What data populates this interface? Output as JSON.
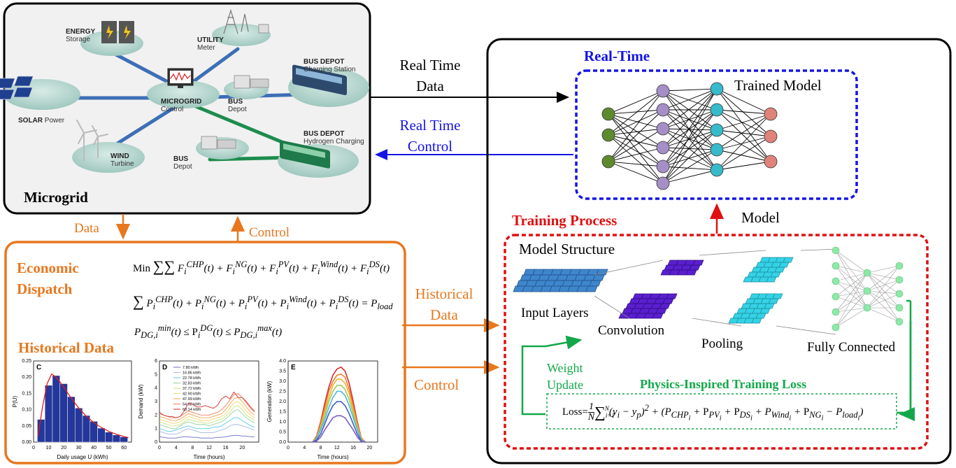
{
  "microgrid": {
    "title": "Microgrid",
    "nodes": [
      {
        "bold": "ENERGY",
        "sub": "Storage"
      },
      {
        "bold": "UTILITY",
        "sub": "Meter"
      },
      {
        "bold": "BUS DEPOT",
        "sub": "Charging Station"
      },
      {
        "bold": "MICROGRID",
        "sub": "Control"
      },
      {
        "bold": "BUS",
        "sub": "Depot"
      },
      {
        "bold": "SOLAR",
        "sub": "Power"
      },
      {
        "bold": "BUS DEPOT",
        "sub": "Hydrogen Charging"
      },
      {
        "bold": "WIND",
        "sub": "Turbine"
      },
      {
        "bold": "BUS",
        "sub": "Depot"
      }
    ]
  },
  "arrows": {
    "real_time_data": [
      "Real Time",
      "Data"
    ],
    "real_time_control": [
      "Real Time",
      "Control"
    ],
    "data": "Data",
    "control": "Control",
    "historical_data": [
      "Historical",
      "Data"
    ],
    "control2": "Control",
    "model": "Model"
  },
  "realtime": {
    "title": "Real-Time",
    "model_label": "Trained Model"
  },
  "training": {
    "title": "Training Process",
    "structure_label": "Model Structure",
    "input_layers": "Input Layers",
    "convolution": "Convolution",
    "pooling": "Pooling",
    "fully_connected": "Fully Connected",
    "weight_update": [
      "Weight",
      "Update"
    ],
    "loss_title": "Physics-Inspired Training Loss",
    "loss_formula": "Loss= 1/N Σ(i=1..N) (y_i − y_p)² + (P_CHP_i + P_PV_i + P_DS_i + P_Wind_i + P_NG_i − P_load_i)"
  },
  "economic": {
    "title": [
      "Economic",
      "Dispatch"
    ],
    "eq1": "Min Σ(t=1..T_i) Σ(i=1..N_G,i) F_i^CHP(t) + F_i^NG(t) + F_i^PV(t) + F_i^Wind(t) + F_i^DS(t)",
    "eq2": "Σ(i=1..N_G,i) P_i^CHP(t) + P_i^NG(t) + P_i^PV(t) + P_i^Wind(t) + P_i^DS(t) = P_load",
    "eq3": "P_DG,i^min(t) ≤ P_i^DG(t) ≤ P_DG,i^max(t)",
    "hist_title": "Historical Data"
  },
  "chart_data": [
    {
      "type": "bar",
      "title": "C",
      "xlabel": "Daily usage U (kWh)",
      "ylabel": "P(U)",
      "xlim": [
        0,
        65
      ],
      "ylim": [
        0,
        0.25
      ],
      "xticks": [
        "0",
        "10",
        "20",
        "30",
        "40",
        "50",
        "60"
      ],
      "yticks": [
        "0.00",
        "0.05",
        "0.10",
        "0.15",
        "0.20",
        "0.25"
      ],
      "bin_starts": [
        2.5,
        7.5,
        12.5,
        17.5,
        22.5,
        27.5,
        32.5,
        37.5,
        42.5,
        47.5,
        52.5,
        57.5
      ],
      "values": [
        0.07,
        0.175,
        0.205,
        0.18,
        0.14,
        0.105,
        0.082,
        0.064,
        0.043,
        0.031,
        0.022,
        0.016
      ],
      "fit_curve": [
        [
          3,
          0.02
        ],
        [
          6,
          0.11
        ],
        [
          9,
          0.18
        ],
        [
          12,
          0.21
        ],
        [
          15,
          0.2
        ],
        [
          20,
          0.17
        ],
        [
          25,
          0.135
        ],
        [
          30,
          0.105
        ],
        [
          35,
          0.08
        ],
        [
          40,
          0.06
        ],
        [
          45,
          0.045
        ],
        [
          50,
          0.033
        ],
        [
          55,
          0.024
        ],
        [
          60,
          0.017
        ],
        [
          63,
          0.014
        ]
      ],
      "bar_color": "#24379A",
      "curve_color": "#E31A1C"
    },
    {
      "type": "line",
      "title": "D",
      "xlabel": "Time (hours)",
      "ylabel": "Demand (kW)",
      "xlim": [
        0,
        24
      ],
      "ylim": [
        0,
        6
      ],
      "xticks": [
        "0",
        "4",
        "8",
        "12",
        "16",
        "20"
      ],
      "yticks": [
        "0",
        "1",
        "2",
        "3",
        "4",
        "5",
        "6"
      ],
      "series": [
        {
          "name": "7.80 kWh",
          "color": "#6C6CCB",
          "values": [
            0.4,
            0.35,
            0.3,
            0.3,
            0.3,
            0.35,
            0.4,
            0.4,
            0.35,
            0.35,
            0.3,
            0.3,
            0.3,
            0.3,
            0.35,
            0.35,
            0.4,
            0.45,
            0.5,
            0.5,
            0.45,
            0.45,
            0.4,
            0.4
          ]
        },
        {
          "name": "16.86 kWh",
          "color": "#A5B8E0",
          "values": [
            0.8,
            0.7,
            0.6,
            0.6,
            0.6,
            0.7,
            0.9,
            1.0,
            0.9,
            0.8,
            0.7,
            0.7,
            0.7,
            0.7,
            0.8,
            0.9,
            1.0,
            1.2,
            1.3,
            1.3,
            1.2,
            1.1,
            1.0,
            0.9
          ]
        },
        {
          "name": "22.78 kWh",
          "color": "#5CC8E6",
          "values": [
            1.0,
            0.9,
            0.8,
            0.8,
            0.9,
            1.0,
            1.1,
            1.2,
            1.1,
            1.0,
            1.0,
            1.0,
            1.0,
            1.1,
            1.1,
            1.2,
            1.4,
            1.6,
            1.8,
            1.8,
            1.6,
            1.4,
            1.2,
            1.1
          ]
        },
        {
          "name": "32.83 kWh",
          "color": "#8FD19E",
          "values": [
            1.3,
            1.2,
            1.1,
            1.0,
            1.0,
            1.2,
            1.4,
            1.5,
            1.4,
            1.3,
            1.3,
            1.3,
            1.2,
            1.3,
            1.4,
            1.5,
            1.7,
            2.0,
            2.3,
            2.4,
            2.1,
            1.8,
            1.6,
            1.4
          ]
        },
        {
          "name": "37.72 kWh",
          "color": "#C9E07A",
          "values": [
            1.5,
            1.4,
            1.3,
            1.2,
            1.2,
            1.3,
            1.5,
            1.7,
            1.6,
            1.5,
            1.5,
            1.4,
            1.4,
            1.5,
            1.6,
            1.7,
            1.9,
            2.2,
            2.6,
            2.7,
            2.4,
            2.0,
            1.8,
            1.6
          ]
        },
        {
          "name": "42.90 kWh",
          "color": "#F2D36B",
          "values": [
            1.7,
            1.6,
            1.5,
            1.4,
            1.4,
            1.5,
            1.7,
            1.9,
            1.8,
            1.7,
            1.6,
            1.6,
            1.6,
            1.7,
            1.8,
            1.9,
            2.1,
            2.5,
            2.9,
            3.0,
            2.7,
            2.3,
            2.0,
            1.8
          ]
        },
        {
          "name": "47.99 kWh",
          "color": "#F5A04C",
          "values": [
            1.9,
            1.8,
            1.7,
            1.6,
            1.6,
            1.7,
            1.9,
            2.1,
            2.0,
            1.9,
            1.8,
            1.8,
            1.8,
            1.9,
            2.0,
            2.1,
            2.4,
            2.8,
            3.2,
            3.3,
            3.0,
            2.6,
            2.2,
            2.0
          ]
        },
        {
          "name": "54.58 kWh",
          "color": "#F07F5A",
          "values": [
            2.1,
            2.0,
            1.9,
            1.8,
            1.8,
            1.9,
            2.1,
            2.3,
            2.2,
            2.1,
            2.0,
            2.0,
            2.0,
            2.1,
            2.2,
            2.4,
            2.7,
            3.1,
            3.5,
            3.6,
            3.3,
            2.9,
            2.5,
            2.2
          ]
        },
        {
          "name": "60.14 kWh",
          "color": "#D42A2A",
          "values": [
            2.2,
            2.0,
            1.9,
            1.9,
            1.8,
            1.9,
            2.3,
            2.9,
            2.8,
            2.6,
            2.6,
            2.7,
            2.6,
            2.5,
            2.7,
            3.2,
            3.4,
            3.2,
            3.7,
            3.3,
            3.3,
            3.0,
            2.6,
            2.3
          ]
        }
      ]
    },
    {
      "type": "line",
      "title": "E",
      "xlabel": "Time (hours)",
      "ylabel": "Generation (kW)",
      "xlim": [
        0,
        22
      ],
      "ylim": [
        0,
        4
      ],
      "xticks": [
        "0",
        "4",
        "8",
        "12",
        "16",
        "20"
      ],
      "yticks": [
        "0.0",
        "0.5",
        "1.0",
        "1.5",
        "2.0",
        "2.5",
        "3.0",
        "3.5",
        "4.0"
      ],
      "series": [
        {
          "color": "#D42A2A",
          "values": [
            [
              6,
              0
            ],
            [
              7,
              0.3
            ],
            [
              8,
              1.0
            ],
            [
              9,
              1.9
            ],
            [
              10,
              2.7
            ],
            [
              11,
              3.3
            ],
            [
              12,
              3.6
            ],
            [
              13,
              3.7
            ],
            [
              14,
              3.5
            ],
            [
              15,
              2.9
            ],
            [
              16,
              2.0
            ],
            [
              17,
              1.0
            ],
            [
              18,
              0.2
            ],
            [
              19,
              0
            ]
          ]
        },
        {
          "color": "#F07F2A",
          "values": [
            [
              6,
              0
            ],
            [
              7,
              0.25
            ],
            [
              8,
              0.9
            ],
            [
              9,
              1.7
            ],
            [
              10,
              2.5
            ],
            [
              11,
              3.0
            ],
            [
              12,
              3.3
            ],
            [
              13,
              3.35
            ],
            [
              14,
              3.2
            ],
            [
              15,
              2.6
            ],
            [
              16,
              1.8
            ],
            [
              17,
              0.9
            ],
            [
              18,
              0.2
            ],
            [
              19,
              0
            ]
          ]
        },
        {
          "color": "#F5B031",
          "values": [
            [
              6,
              0
            ],
            [
              7,
              0.2
            ],
            [
              8,
              0.8
            ],
            [
              9,
              1.5
            ],
            [
              10,
              2.2
            ],
            [
              11,
              2.8
            ],
            [
              12,
              3.1
            ],
            [
              13,
              3.1
            ],
            [
              14,
              2.9
            ],
            [
              15,
              2.4
            ],
            [
              16,
              1.6
            ],
            [
              17,
              0.8
            ],
            [
              18,
              0.15
            ],
            [
              19,
              0
            ]
          ]
        },
        {
          "color": "#9ACD5A",
          "values": [
            [
              6,
              0
            ],
            [
              7,
              0.2
            ],
            [
              8,
              0.7
            ],
            [
              9,
              1.3
            ],
            [
              10,
              2.0
            ],
            [
              11,
              2.5
            ],
            [
              12,
              2.8
            ],
            [
              13,
              2.8
            ],
            [
              14,
              2.6
            ],
            [
              15,
              2.1
            ],
            [
              16,
              1.4
            ],
            [
              17,
              0.7
            ],
            [
              18,
              0.1
            ],
            [
              19,
              0
            ]
          ]
        },
        {
          "color": "#4FB8D9",
          "values": [
            [
              6,
              0
            ],
            [
              7,
              0.15
            ],
            [
              8,
              0.6
            ],
            [
              9,
              1.1
            ],
            [
              10,
              1.7
            ],
            [
              11,
              2.2
            ],
            [
              12,
              2.5
            ],
            [
              13,
              2.5
            ],
            [
              14,
              2.3
            ],
            [
              15,
              1.8
            ],
            [
              16,
              1.2
            ],
            [
              17,
              0.6
            ],
            [
              18,
              0.1
            ],
            [
              19,
              0
            ]
          ]
        },
        {
          "color": "#3B5BC7",
          "values": [
            [
              6,
              0
            ],
            [
              7,
              0.1
            ],
            [
              8,
              0.4
            ],
            [
              9,
              0.9
            ],
            [
              10,
              1.4
            ],
            [
              11,
              1.8
            ],
            [
              12,
              2.0
            ],
            [
              13,
              2.0
            ],
            [
              14,
              1.8
            ],
            [
              15,
              1.4
            ],
            [
              16,
              0.9
            ],
            [
              17,
              0.4
            ],
            [
              18,
              0.05
            ],
            [
              19,
              0
            ]
          ]
        },
        {
          "color": "#7A5BC7",
          "values": [
            [
              6,
              0
            ],
            [
              7,
              0.05
            ],
            [
              8,
              0.25
            ],
            [
              9,
              0.6
            ],
            [
              10,
              0.9
            ],
            [
              11,
              1.2
            ],
            [
              12,
              1.3
            ],
            [
              13,
              1.3
            ],
            [
              14,
              1.2
            ],
            [
              15,
              0.9
            ],
            [
              16,
              0.6
            ],
            [
              17,
              0.25
            ],
            [
              18,
              0.02
            ],
            [
              19,
              0
            ]
          ]
        }
      ]
    }
  ]
}
